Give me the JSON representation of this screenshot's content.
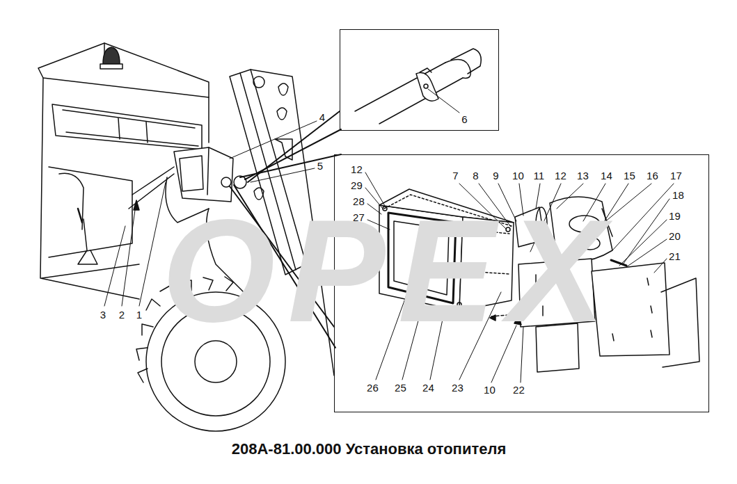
{
  "diagram": {
    "title": "208А-81.00.000 Установка отопителя",
    "nodes": [
      {
        "text": [
          "6"
        ]
      },
      {
        "text": [
          "12",
          "29",
          "28",
          "27",
          "7",
          "8",
          "9",
          "10",
          "11",
          "12",
          "13",
          "14",
          "15",
          "16",
          "17",
          "18",
          "19",
          "20",
          "21",
          "26",
          "25",
          "24",
          "23",
          "10",
          "22"
        ]
      }
    ],
    "labels": [
      "OPEX",
      "4",
      "5",
      "3",
      "2",
      "1"
    ]
  }
}
